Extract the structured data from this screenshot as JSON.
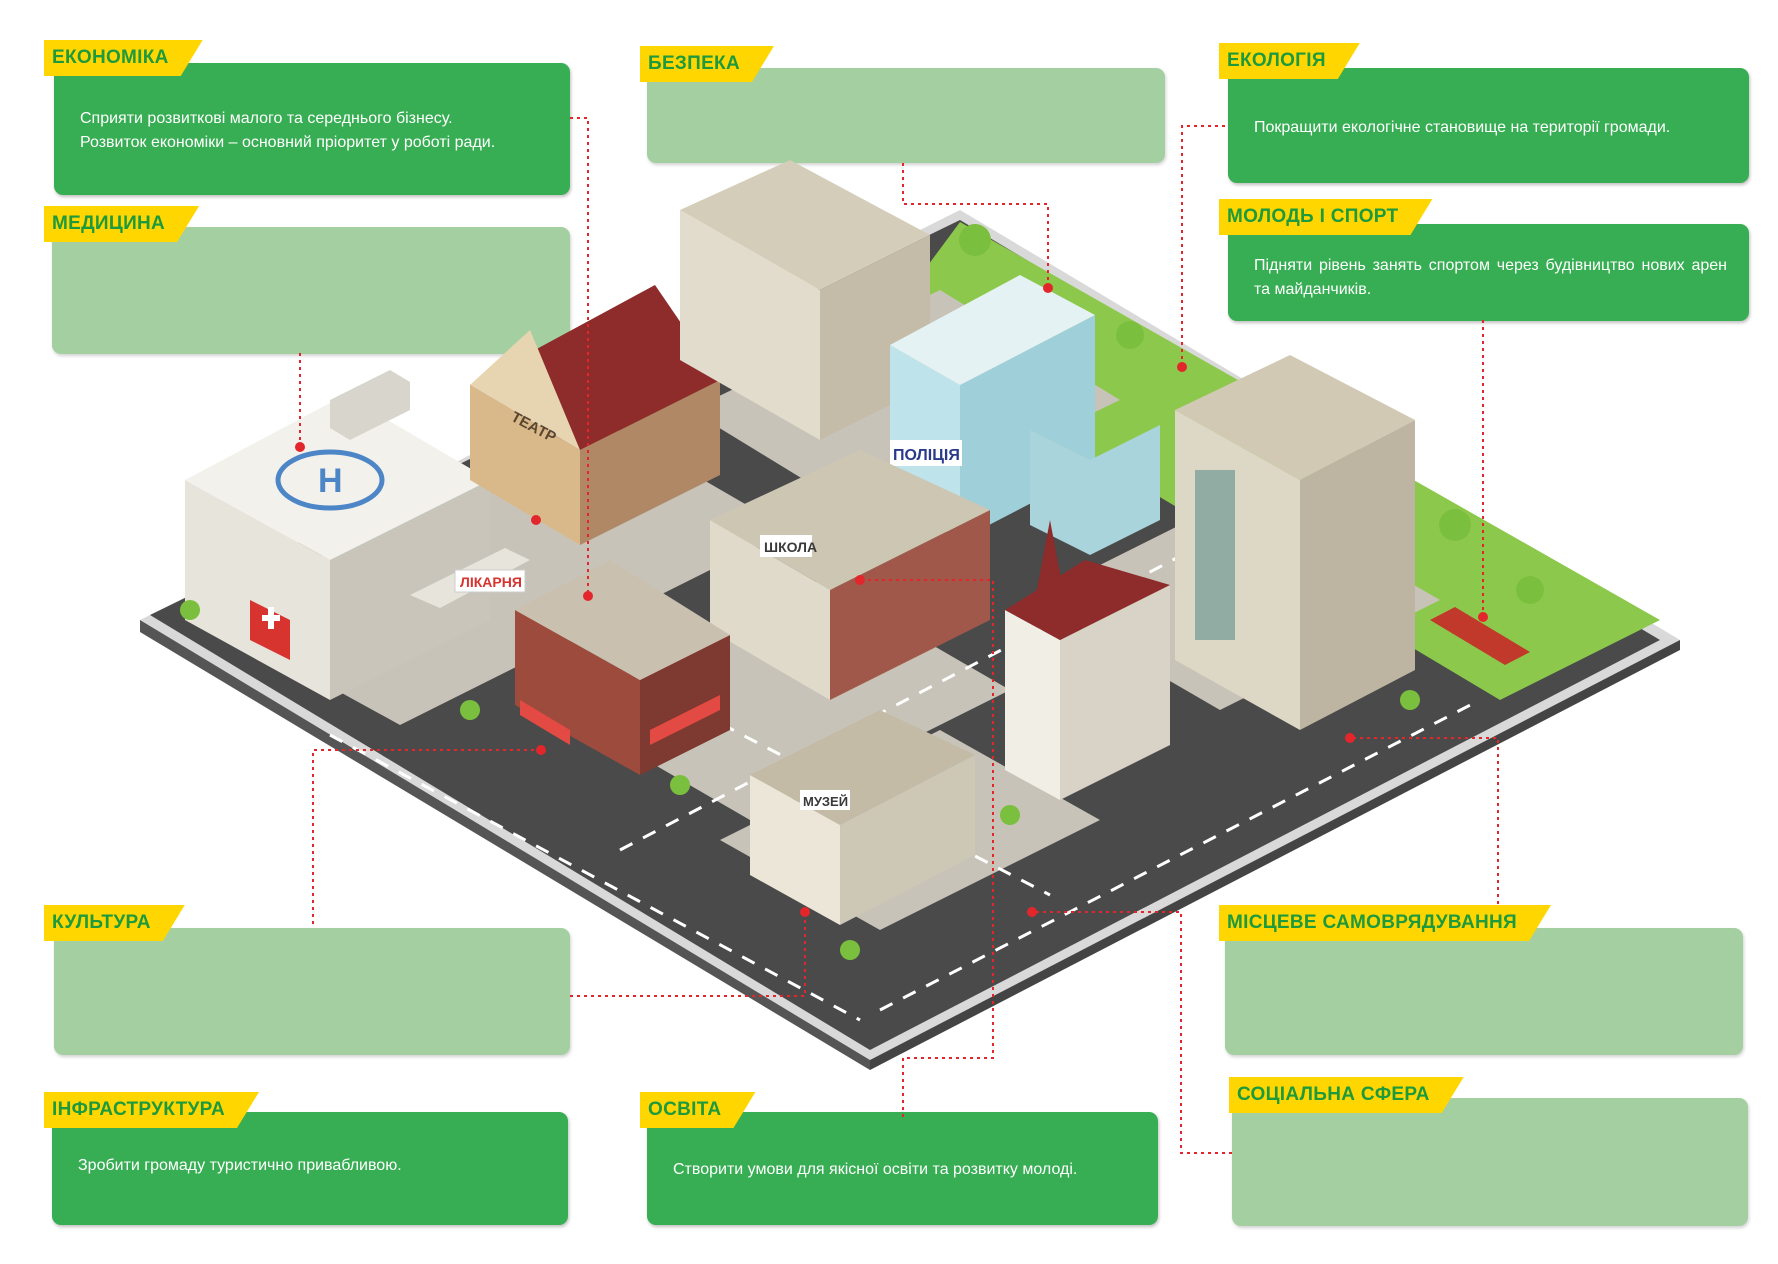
{
  "panels": {
    "economy": {
      "title": "ЕКОНОМІКА",
      "line1": "Сприяти розвиткові малого та середнього бізнесу.",
      "line2": "Розвиток економіки – основний пріоритет у роботі ради."
    },
    "security": {
      "title": "БЕЗПЕКА"
    },
    "ecology": {
      "title": "ЕКОЛОГІЯ",
      "text": "Покращити екологічне становище на території громади."
    },
    "medicine": {
      "title": "МЕДИЦИНА"
    },
    "youth_sport": {
      "title": "МОЛОДЬ І СПОРТ",
      "text": "Підняти рівень занять спортом через будівництво нових арен та майданчиків."
    },
    "culture": {
      "title": "КУЛЬТУРА"
    },
    "self_government": {
      "title": "МІСЦЕВЕ САМОВРЯДУВАННЯ"
    },
    "infrastructure": {
      "title": "ІНФРАСТРУКТУРА",
      "text": "Зробити громаду туристично привабливою."
    },
    "education": {
      "title": "ОСВІТА",
      "text": "Створити умови для якісної освіти та розвитку молоді."
    },
    "social": {
      "title": "СОЦІАЛЬНА СФЕРА"
    }
  },
  "signs": {
    "theatre": "ТЕАТР",
    "police": "ПОЛІЦІЯ",
    "school": "ШКОЛА",
    "hospital": "ЛІКАРНЯ",
    "museum": "МУЗЕЙ"
  },
  "colors": {
    "label_bg": "#ffd600",
    "label_text": "#1d9a3d",
    "box_filled": "#37ae53",
    "box_empty": "#a4cfa0",
    "leader_line": "#e3262b"
  }
}
